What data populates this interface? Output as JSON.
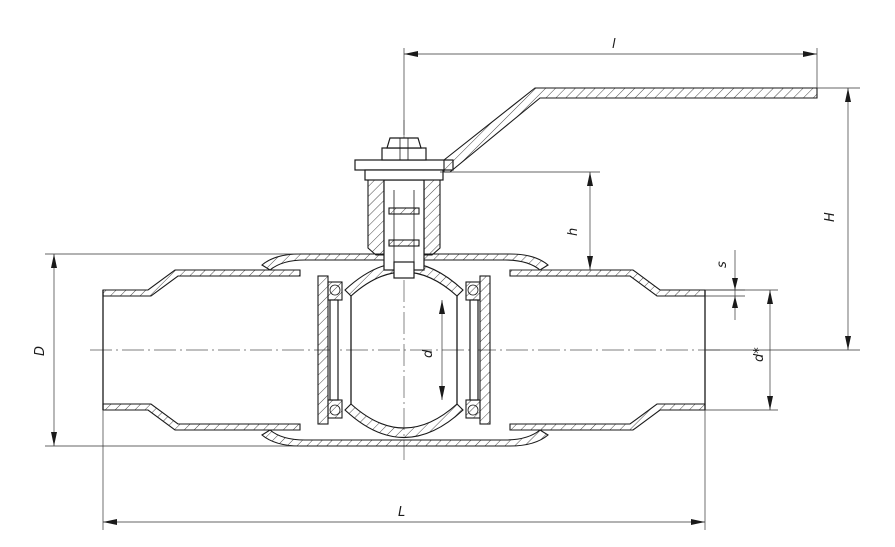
{
  "drawing": {
    "labels": {
      "handle_length": "l",
      "total_length": "L",
      "height": "H",
      "stem_height": "h",
      "outer_diameter": "D",
      "bore_diameter": "d",
      "pipe_diameter": "d*",
      "wall_thickness": "s"
    }
  }
}
